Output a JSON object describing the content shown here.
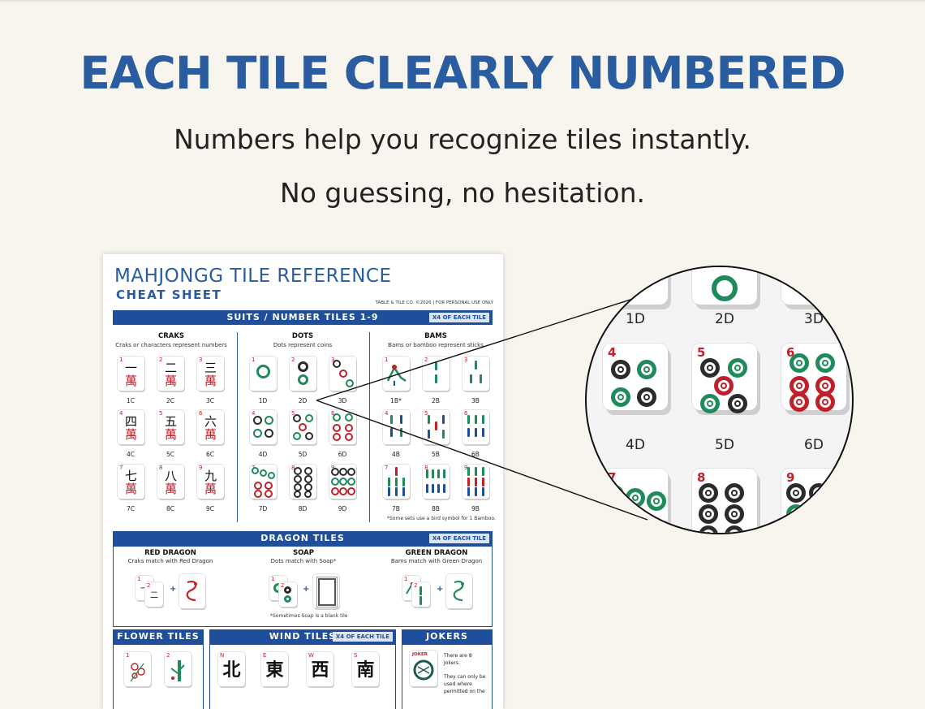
{
  "headline": "EACH TILE CLEARLY NUMBERED",
  "sub1": "Numbers help you recognize tiles instantly.",
  "sub2": "No guessing, no hesitation.",
  "sheet": {
    "title": "MAHJONGG TILE REFERENCE",
    "subtitle": "CHEAT SHEET",
    "copyright": "TABLE & TILE CO. ©2026 | FOR PERSONAL USE ONLY",
    "suits_bar": "SUITS / NUMBER TILES 1-9",
    "x4": "X4 OF EACH TILE",
    "craks": {
      "title": "CRAKS",
      "desc": "Craks or characters represent numbers",
      "labels": [
        "1C",
        "2C",
        "3C",
        "4C",
        "5C",
        "6C",
        "7C",
        "8C",
        "9C"
      ],
      "glyphs": [
        "一",
        "二",
        "三",
        "四",
        "五",
        "六",
        "七",
        "八",
        "九"
      ],
      "wan": "萬"
    },
    "dots": {
      "title": "DOTS",
      "desc": "Dots represent coins",
      "labels": [
        "1D",
        "2D",
        "3D",
        "4D",
        "5D",
        "6D",
        "7D",
        "8D",
        "9D"
      ]
    },
    "bams": {
      "title": "BAMS",
      "desc": "Bams or bamboo represent sticks",
      "labels": [
        "1B*",
        "2B",
        "3B",
        "4B",
        "5B",
        "6B",
        "7B",
        "8B",
        "9B"
      ],
      "note": "*Some sets use a bird symbol for 1 Bamboo."
    },
    "nums": [
      "1",
      "2",
      "3",
      "4",
      "5",
      "6",
      "7",
      "8",
      "9"
    ],
    "dragon_bar": "DRAGON TILES",
    "dragons": [
      {
        "title": "RED DRAGON",
        "desc": "Craks match with Red Dragon"
      },
      {
        "title": "SOAP",
        "desc": "Dots match with Soap*"
      },
      {
        "title": "GREEN DRAGON",
        "desc": "Bams match with Green Dragon"
      }
    ],
    "plus": "+",
    "soap_note": "*Sometimes Soap is a blank tile",
    "flower_bar": "FLOWER TILES",
    "wind_bar": "WIND TILES",
    "joker_bar": "JOKERS",
    "winds": [
      {
        "letter": "N",
        "glyph": "北"
      },
      {
        "letter": "E",
        "glyph": "東"
      },
      {
        "letter": "W",
        "glyph": "西"
      },
      {
        "letter": "S",
        "glyph": "南"
      }
    ],
    "joker_tile": "JOKER",
    "joker_text1": "There are 8 Jokers.",
    "joker_text2": "They can only be used where permitted on the"
  },
  "lens": {
    "labels_top": [
      "1D",
      "2D",
      "3D"
    ],
    "labels_mid": [
      "4D",
      "5D",
      "6D"
    ],
    "nums_mid": [
      "4",
      "5",
      "6"
    ],
    "nums_bot": [
      "7",
      "8",
      "9"
    ]
  }
}
